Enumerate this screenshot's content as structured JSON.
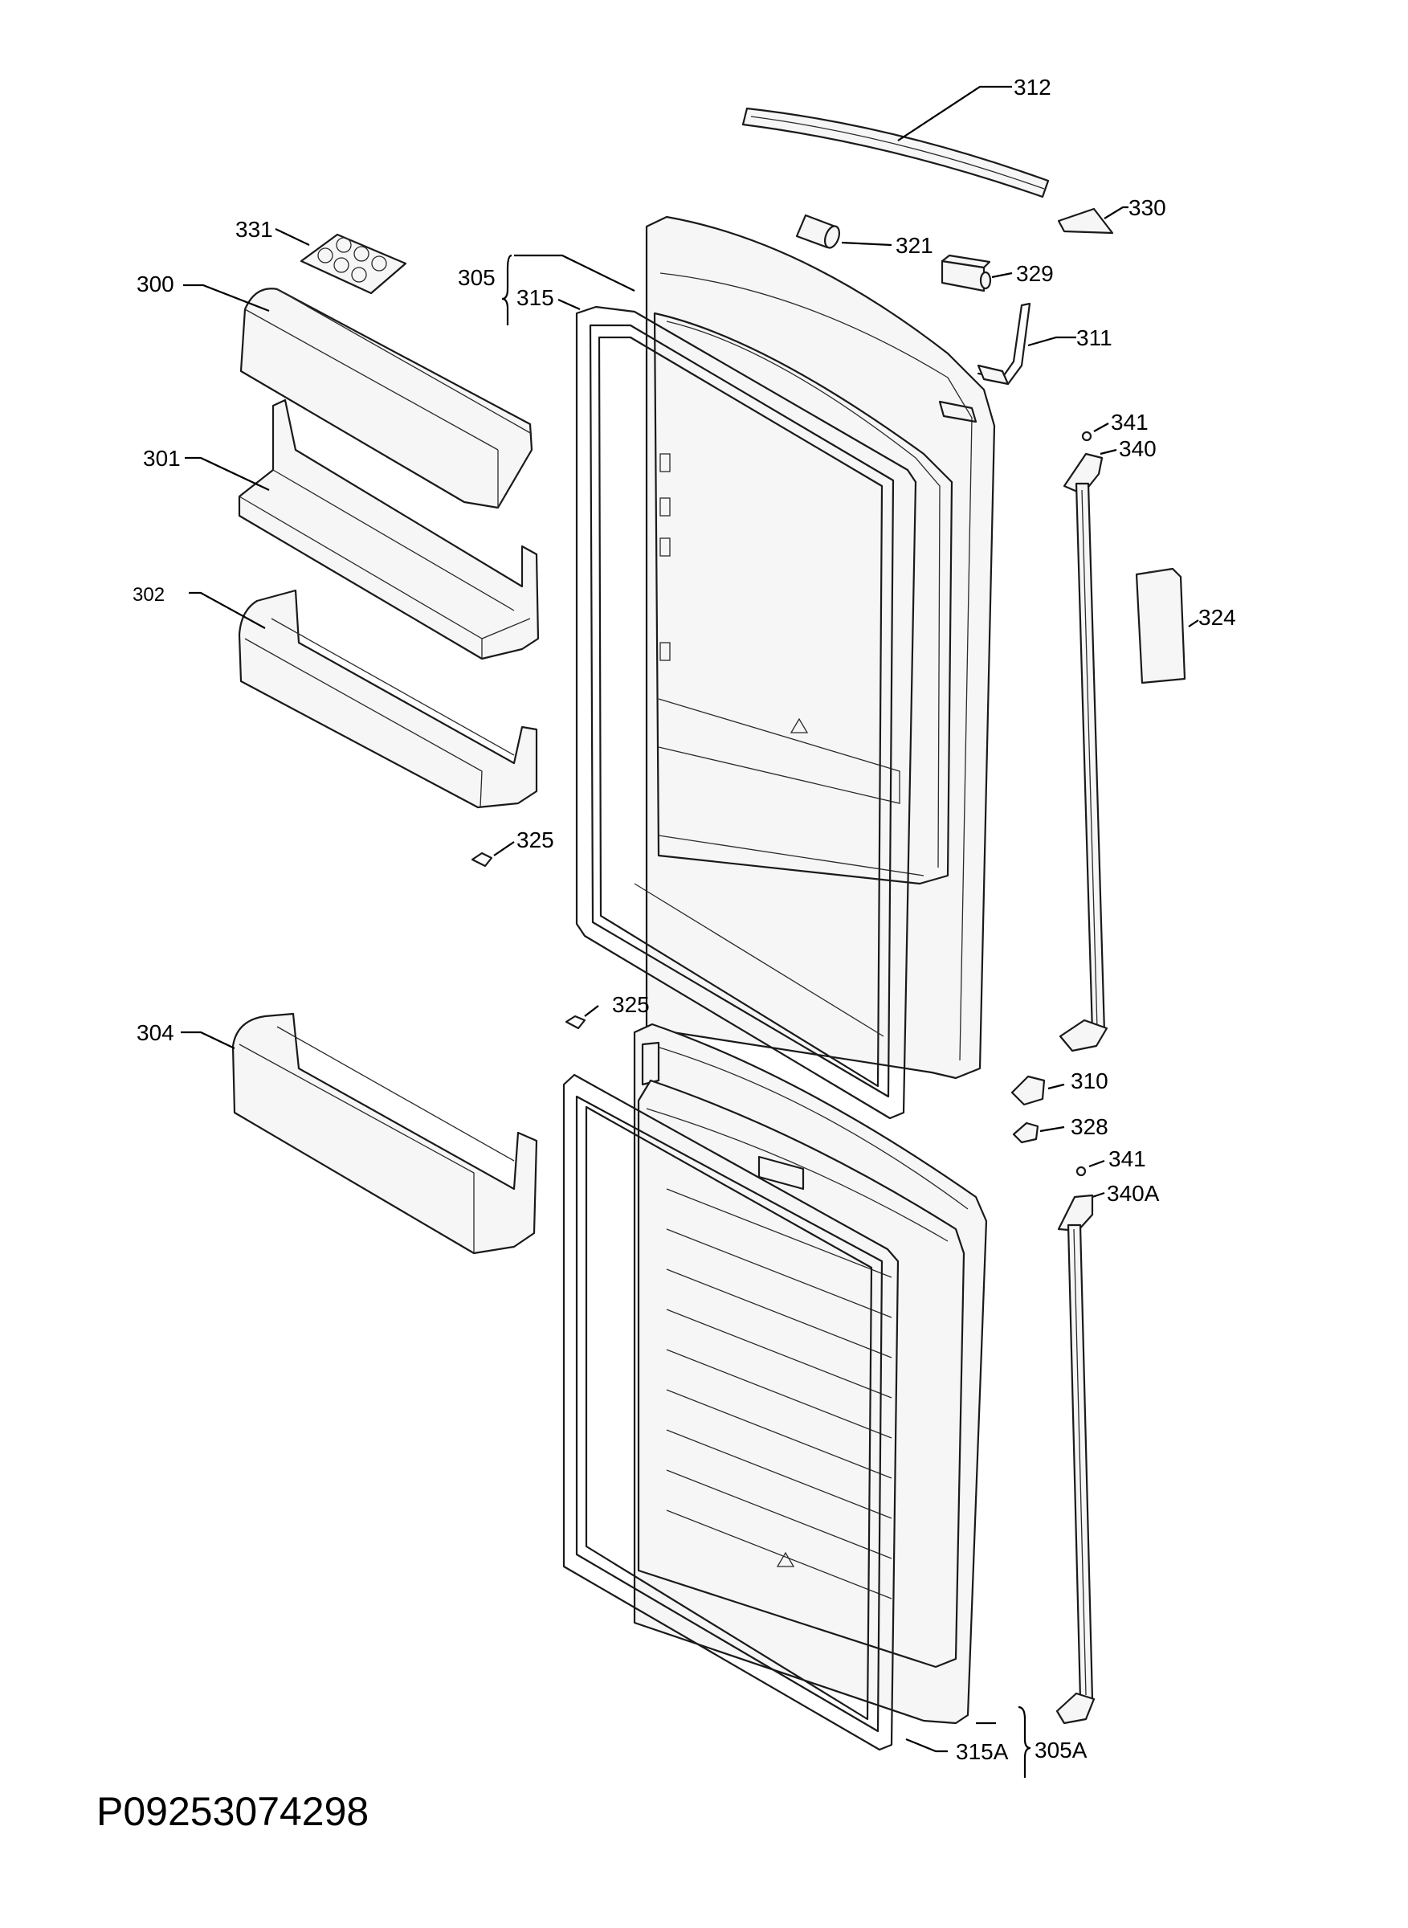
{
  "document_number": "P09253074298",
  "callouts": {
    "c312": "312",
    "c330": "330",
    "c331": "331",
    "c321": "321",
    "c329": "329",
    "c305": "305",
    "c315": "315",
    "c300": "300",
    "c311": "311",
    "c341a": "341",
    "c340": "340",
    "c301": "301",
    "c302": "302",
    "c324": "324",
    "c325a": "325",
    "c304": "304",
    "c325b": "325",
    "c310": "310",
    "c328": "328",
    "c341b": "341",
    "c340A": "340A",
    "c315A": "315A",
    "c305A": "305A"
  }
}
